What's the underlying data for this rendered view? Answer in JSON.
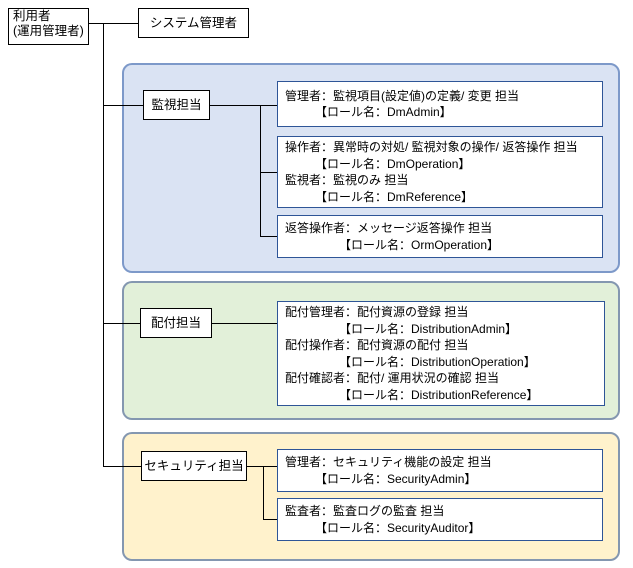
{
  "user": {
    "line1": "利用者",
    "line2": "(運用管理者)"
  },
  "system_admin": {
    "label": "システム管理者"
  },
  "colors": {
    "monitoring_fill": "#dae3f3",
    "monitoring_border": "#7d99c9",
    "distribution_fill": "#e2f0d9",
    "distribution_border": "#8497b0",
    "security_fill": "#fff2cc",
    "security_border": "#8497b0",
    "role_box_border": "#2e5597",
    "connector": "#000000"
  },
  "groups": [
    {
      "label": "監視担当",
      "boxes": [
        {
          "lines": [
            "管理者：監視項目(設定値)の定義/ 変更 担当",
            "　　　【ロール名：DmAdmin】"
          ]
        },
        {
          "lines": [
            "操作者：異常時の対処/ 監視対象の操作/ 返答操作 担当",
            "　　　【ロール名：DmOperation】",
            "監視者：監視のみ 担当",
            "　　　【ロール名：DmReference】"
          ]
        },
        {
          "lines": [
            "返答操作者：メッセージ返答操作 担当",
            "　　　　　【ロール名：OrmOperation】"
          ]
        }
      ]
    },
    {
      "label": "配付担当",
      "boxes": [
        {
          "lines": [
            "配付管理者：配付資源の登録 担当",
            "　　　　　【ロール名：DistributionAdmin】",
            "配付操作者：配付資源の配付 担当",
            "　　　　　【ロール名：DistributionOperation】",
            "配付確認者：配付/ 運用状況の確認 担当",
            "　　　　　【ロール名：DistributionReference】"
          ]
        }
      ]
    },
    {
      "label": "セキュリティ担当",
      "boxes": [
        {
          "lines": [
            "管理者：セキュリティ機能の設定 担当",
            "　　　【ロール名：SecurityAdmin】"
          ]
        },
        {
          "lines": [
            "監査者：監査ログの監査 担当",
            "　　　【ロール名：SecurityAuditor】"
          ]
        }
      ]
    }
  ]
}
